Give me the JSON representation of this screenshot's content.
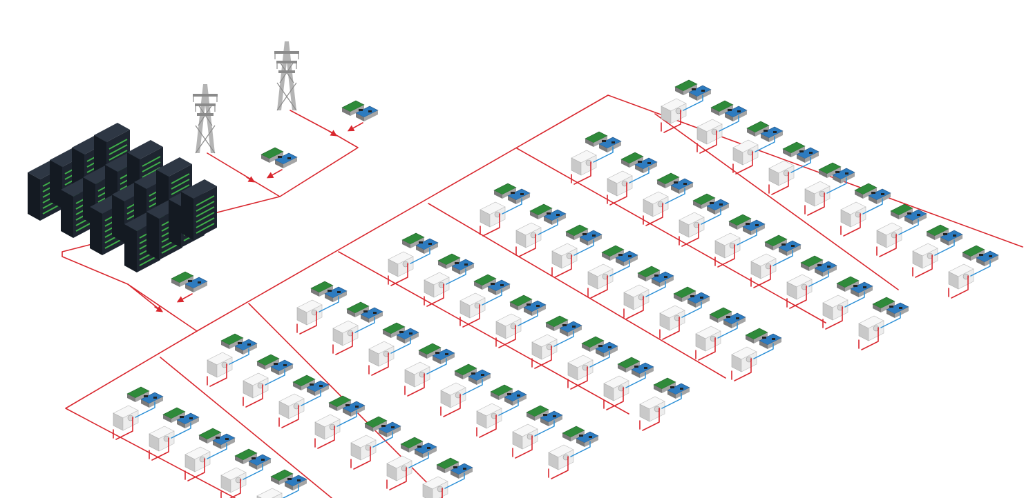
{
  "colors": {
    "background": "#ffffff",
    "power_line": "#d9272e",
    "signal_line": "#2b8fd6",
    "server_body": "#1e2530",
    "server_side": "#141a22",
    "server_top": "#2e3744",
    "server_led": "#3fae49",
    "server_accent": "#2ec4d6",
    "tower_steel": "#b4b4b4",
    "tower_dark": "#8a8a8a",
    "module_board": "#2f8a3a",
    "module_board_blue": "#2d7bbf",
    "module_case": "#e8e8e8",
    "miner_body": "#ededed",
    "miner_side": "#c9c9c9",
    "miner_top": "#f7f7f7"
  },
  "icons": {
    "server_rack": "server-rack-icon",
    "transmission_tower": "transmission-tower-icon",
    "meter_module": "meter-module-icon",
    "generator_unit": "generator-unit-icon",
    "breaker": "breaker-arrow-icon"
  },
  "layout_counts": {
    "transmission_towers": 2,
    "server_racks": 12,
    "feeder_meter_modules": 3,
    "branch_columns": 7
  }
}
